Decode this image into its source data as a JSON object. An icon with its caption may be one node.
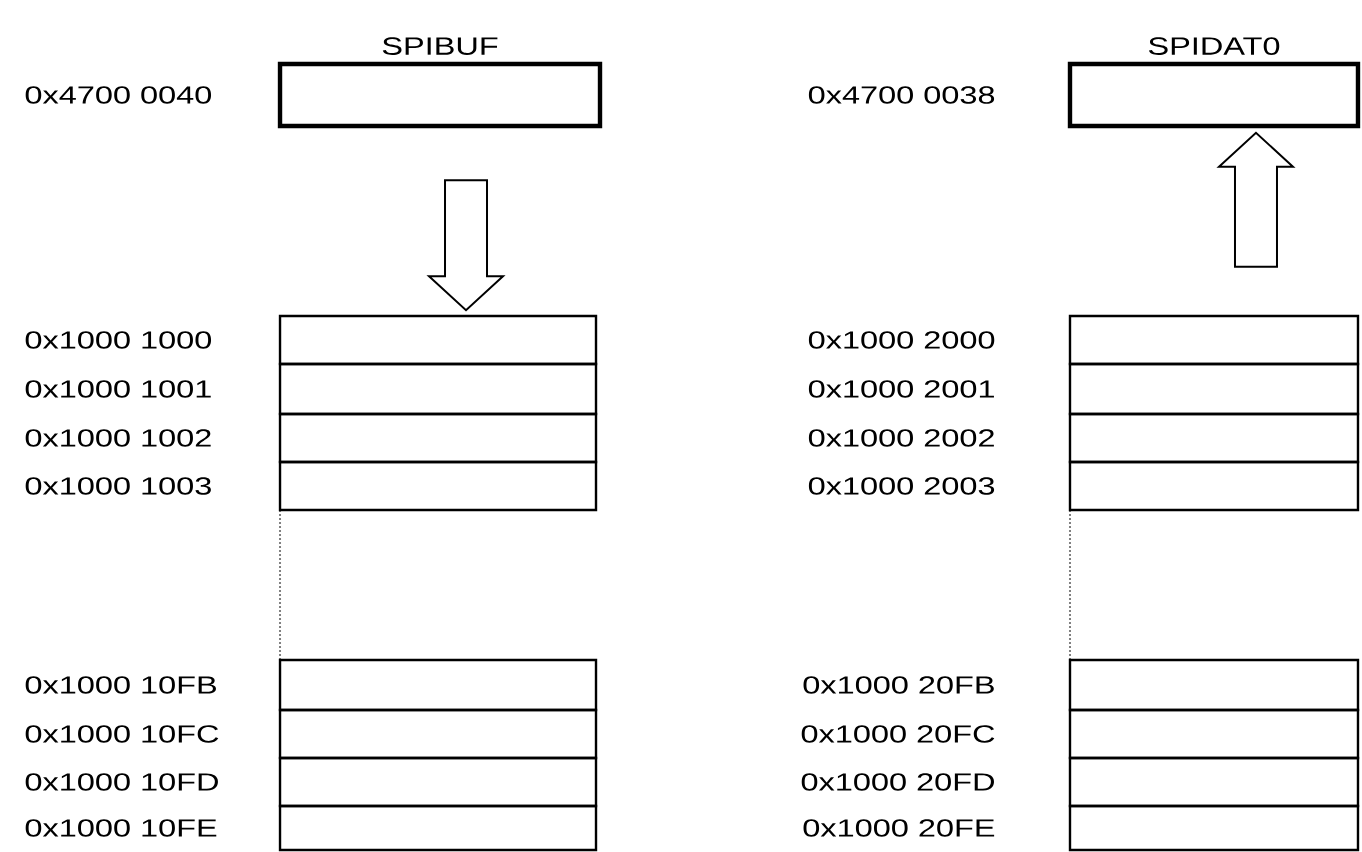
{
  "diagram": {
    "nodes": [
      {
        "text": [
          "SPIBUF"
        ],
        "beside": [
          "0x4700 0040"
        ]
      },
      {
        "text": [
          "SPIDAT0"
        ],
        "beside": [
          "0x4700 0038"
        ]
      },
      {
        "text": [],
        "shape": "box",
        "beside": [
          "0x1000 1000"
        ]
      },
      {
        "text": [],
        "shape": "box",
        "beside": [
          "0x1000 1001"
        ]
      },
      {
        "text": [],
        "shape": "box",
        "beside": [
          "0x1000 1002"
        ]
      },
      {
        "text": [],
        "shape": "box",
        "beside": [
          "0x1000 1003"
        ]
      },
      {
        "text": [],
        "shape": "box",
        "beside": [
          "0x1000 10FB"
        ]
      },
      {
        "text": [],
        "shape": "box",
        "beside": [
          "0x1000 10FC"
        ]
      },
      {
        "text": [],
        "shape": "box",
        "beside": [
          "0x1000 10FD"
        ]
      },
      {
        "text": [],
        "shape": "box",
        "beside": [
          "0x1000 10FE"
        ]
      },
      {
        "text": [],
        "shape": "box",
        "beside": [
          "0x1000 2000"
        ]
      },
      {
        "text": [],
        "shape": "box",
        "beside": [
          "0x1000 2001"
        ]
      },
      {
        "text": [],
        "shape": "box",
        "beside": [
          "0x1000 2002"
        ]
      },
      {
        "text": [],
        "shape": "box",
        "beside": [
          "0x1000 2003"
        ]
      },
      {
        "text": [],
        "shape": "box",
        "beside": [
          "0x1000 20FB"
        ]
      },
      {
        "text": [],
        "shape": "box",
        "beside": [
          "0x1000 20FC"
        ]
      },
      {
        "text": [],
        "shape": "box",
        "beside": [
          "0x1000 20FD"
        ]
      },
      {
        "text": [],
        "shape": "box",
        "beside": [
          "0x1000 20FE"
        ]
      }
    ],
    "edges": [
      {
        "from": 0,
        "to": 2,
        "arrow": "to"
      },
      {
        "from": 10,
        "to": 1,
        "arrow": "to"
      }
    ]
  }
}
